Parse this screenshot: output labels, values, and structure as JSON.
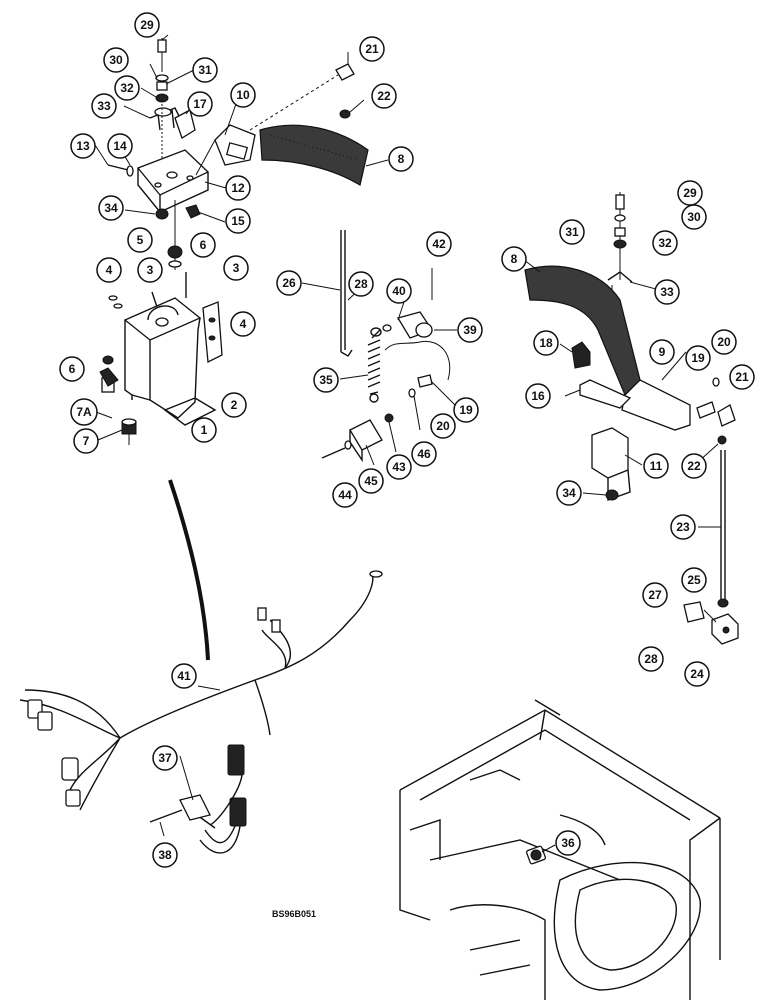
{
  "figure_code": "BS96B051",
  "callouts": [
    {
      "id": "c29a",
      "label": "29"
    },
    {
      "id": "c30a",
      "label": "30"
    },
    {
      "id": "c31a",
      "label": "31"
    },
    {
      "id": "c32a",
      "label": "32"
    },
    {
      "id": "c33a",
      "label": "33"
    },
    {
      "id": "c17",
      "label": "17"
    },
    {
      "id": "c10",
      "label": "10"
    },
    {
      "id": "c21a",
      "label": "21"
    },
    {
      "id": "c22a",
      "label": "22"
    },
    {
      "id": "c8a",
      "label": "8"
    },
    {
      "id": "c13",
      "label": "13"
    },
    {
      "id": "c14",
      "label": "14"
    },
    {
      "id": "c12",
      "label": "12"
    },
    {
      "id": "c34a",
      "label": "34"
    },
    {
      "id": "c15",
      "label": "15"
    },
    {
      "id": "c5",
      "label": "5"
    },
    {
      "id": "c6a",
      "label": "6"
    },
    {
      "id": "c3a",
      "label": "3"
    },
    {
      "id": "c3b",
      "label": "3"
    },
    {
      "id": "c4a",
      "label": "4"
    },
    {
      "id": "c4b",
      "label": "4"
    },
    {
      "id": "c6b",
      "label": "6"
    },
    {
      "id": "c2",
      "label": "2"
    },
    {
      "id": "c1",
      "label": "1"
    },
    {
      "id": "c7A",
      "label": "7A"
    },
    {
      "id": "c7",
      "label": "7"
    },
    {
      "id": "c26",
      "label": "26"
    },
    {
      "id": "c28a",
      "label": "28"
    },
    {
      "id": "c42",
      "label": "42"
    },
    {
      "id": "c40",
      "label": "40"
    },
    {
      "id": "c39",
      "label": "39"
    },
    {
      "id": "c35",
      "label": "35"
    },
    {
      "id": "c19a",
      "label": "19"
    },
    {
      "id": "c20a",
      "label": "20"
    },
    {
      "id": "c46",
      "label": "46"
    },
    {
      "id": "c43",
      "label": "43"
    },
    {
      "id": "c45",
      "label": "45"
    },
    {
      "id": "c44",
      "label": "44"
    },
    {
      "id": "c29b",
      "label": "29"
    },
    {
      "id": "c30b",
      "label": "30"
    },
    {
      "id": "c31b",
      "label": "31"
    },
    {
      "id": "c32b",
      "label": "32"
    },
    {
      "id": "c8b",
      "label": "8"
    },
    {
      "id": "c33b",
      "label": "33"
    },
    {
      "id": "c18",
      "label": "18"
    },
    {
      "id": "c9",
      "label": "9"
    },
    {
      "id": "c19b",
      "label": "19"
    },
    {
      "id": "c20b",
      "label": "20"
    },
    {
      "id": "c21b",
      "label": "21"
    },
    {
      "id": "c16",
      "label": "16"
    },
    {
      "id": "c11",
      "label": "11"
    },
    {
      "id": "c22b",
      "label": "22"
    },
    {
      "id": "c34b",
      "label": "34"
    },
    {
      "id": "c23",
      "label": "23"
    },
    {
      "id": "c27",
      "label": "27"
    },
    {
      "id": "c25",
      "label": "25"
    },
    {
      "id": "c28b",
      "label": "28"
    },
    {
      "id": "c24",
      "label": "24"
    },
    {
      "id": "c41",
      "label": "41"
    },
    {
      "id": "c37",
      "label": "37"
    },
    {
      "id": "c38",
      "label": "38"
    },
    {
      "id": "c36",
      "label": "36"
    }
  ]
}
